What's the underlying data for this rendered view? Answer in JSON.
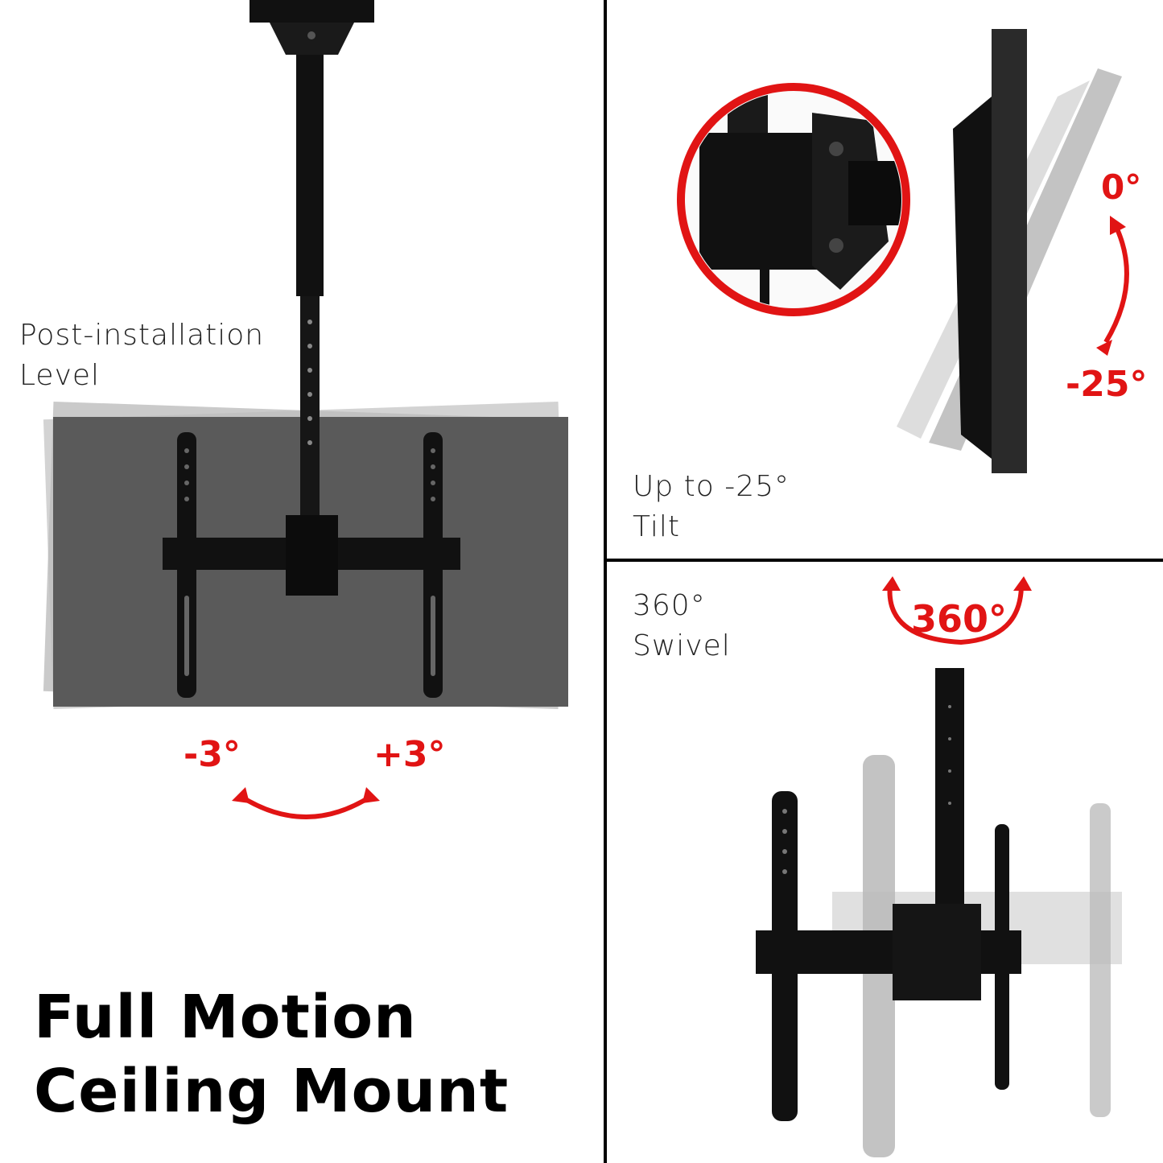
{
  "panels": {
    "level": {
      "label_line1": "Post-installation",
      "label_line2": "Level",
      "left_angle": "-3°",
      "right_angle": "+3°"
    },
    "tilt": {
      "label_line1": "Up to -25°",
      "label_line2": "Tilt",
      "top_angle": "0°",
      "bottom_angle": "-25°"
    },
    "swivel": {
      "label_line1": "360°",
      "label_line2": "Swivel",
      "badge": "360°"
    }
  },
  "headline": {
    "line1": "Full Motion",
    "line2": "Ceiling Mount"
  },
  "colors": {
    "accent": "#e11414",
    "mount": "#111111",
    "tv_gray": "#5a5a5a"
  }
}
